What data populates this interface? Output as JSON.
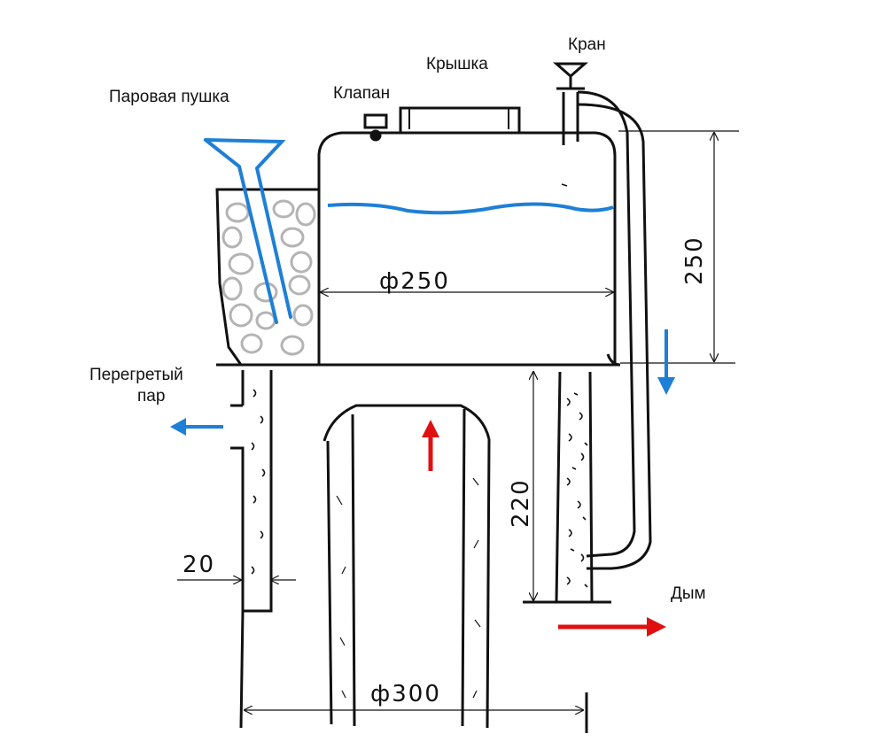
{
  "labels": {
    "steam_gun": "Паровая пушка",
    "valve": "Клапан",
    "lid": "Крышка",
    "tap": "Кран",
    "superheated_steam_line1": "Перегретый",
    "superheated_steam_line2": "пар",
    "smoke": "Дым"
  },
  "dimensions": {
    "tank_diameter": "ф250",
    "tank_height": "250",
    "chimney_height": "220",
    "wall_thickness": "20",
    "base_diameter": "ф300"
  },
  "colors": {
    "line": "#111111",
    "water": "#1e7fd6",
    "steam_arrow": "#1e7fd6",
    "flow_arrow": "#e01010",
    "stones": "#b4b4b4"
  }
}
